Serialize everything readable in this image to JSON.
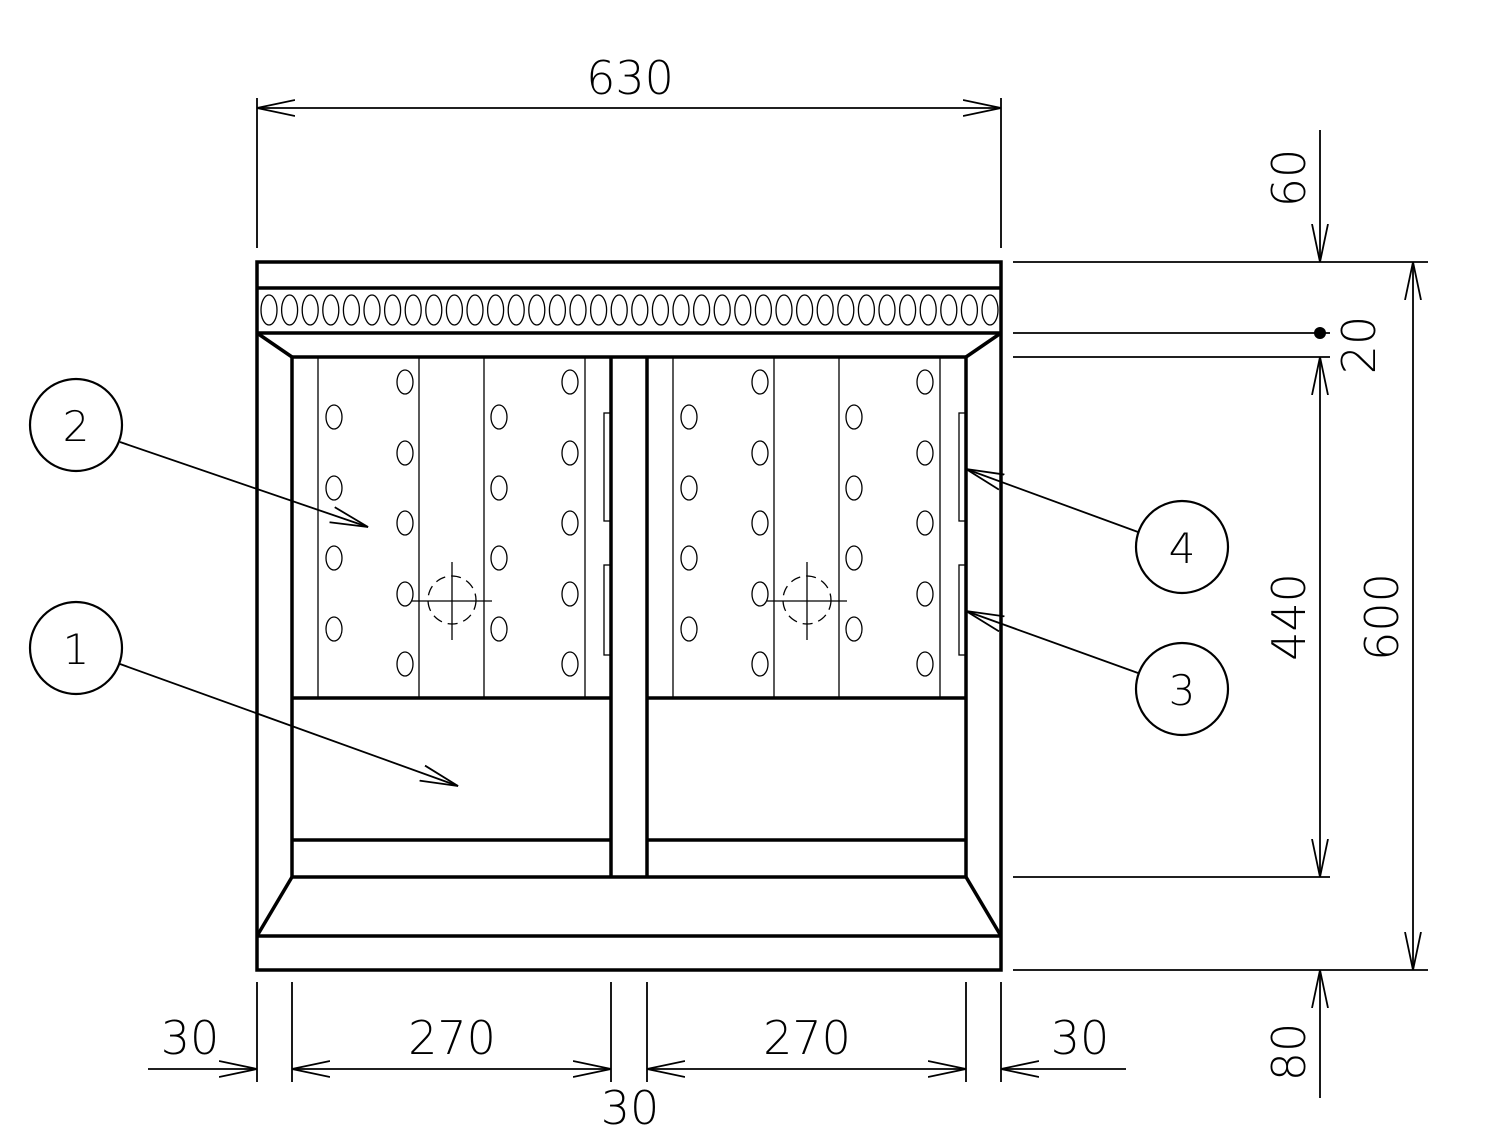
{
  "dimensions": {
    "overall_width": "630",
    "overall_height": "600",
    "inner_height": "440",
    "top_offset": "60",
    "bottom_offset": "80",
    "frame_depth": "20",
    "left_margin": "30",
    "right_margin": "30",
    "left_panel_width": "270",
    "right_panel_width": "270",
    "center_gap": "30"
  },
  "callouts": [
    {
      "label": "1"
    },
    {
      "label": "2"
    },
    {
      "label": "3"
    },
    {
      "label": "4"
    }
  ]
}
